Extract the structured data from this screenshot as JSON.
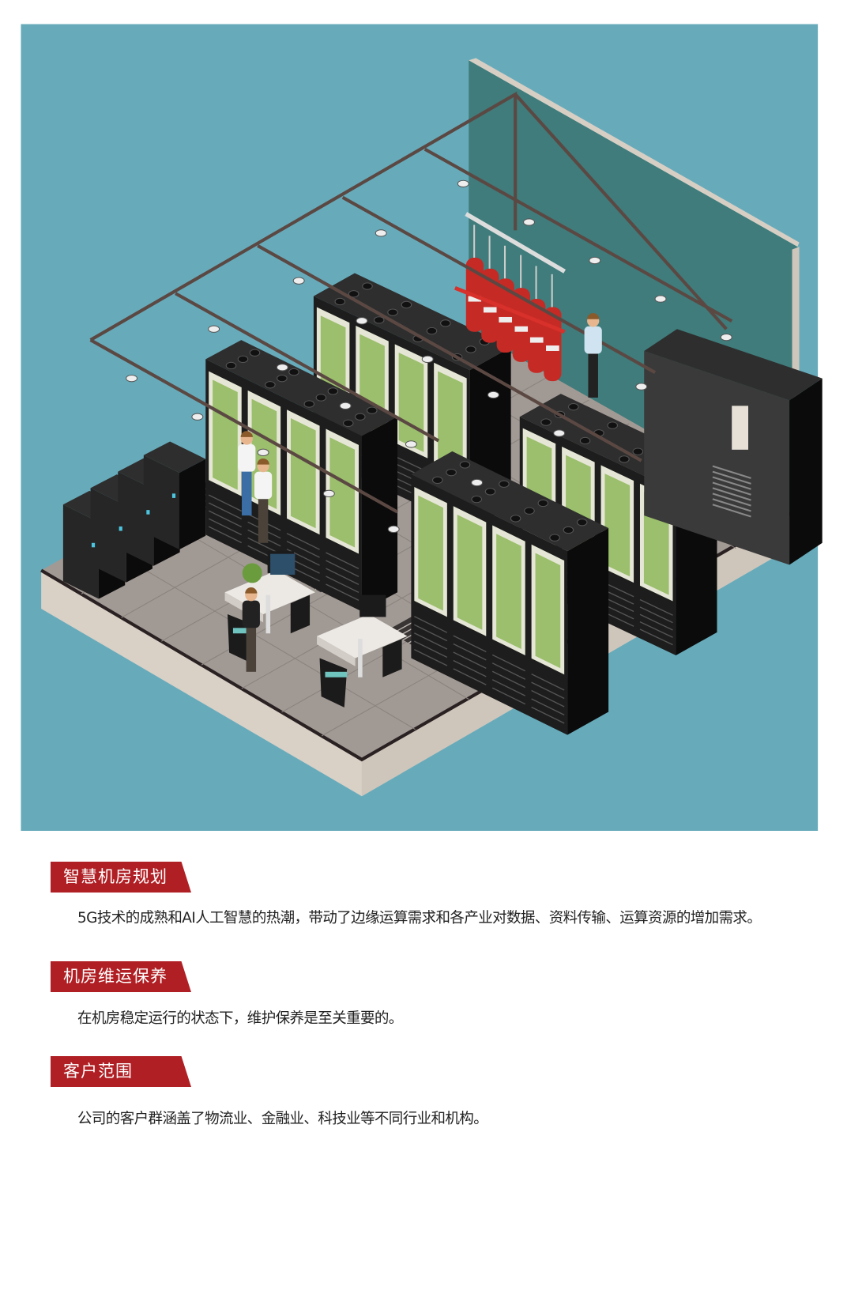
{
  "sections": [
    {
      "title": "智慧机房规划",
      "text": "5G技术的成熟和AI人工智慧的热潮，带动了边缘运算需求和各产业对数据、资料传输、运算资源的增加需求。"
    },
    {
      "title": "机房维运保养",
      "text": "在机房稳定运行的状态下，维护保养是至关重要的。"
    },
    {
      "title": "客户范围",
      "text": "公司的客户群涵盖了物流业、金融业、科技业等不同行业和机构。"
    }
  ],
  "colors": {
    "accent": "#b01f24",
    "background": "#67abbb",
    "wall": "#3f7c7b",
    "floor": "#a19994",
    "rack_panel": "#9bbf6c"
  }
}
